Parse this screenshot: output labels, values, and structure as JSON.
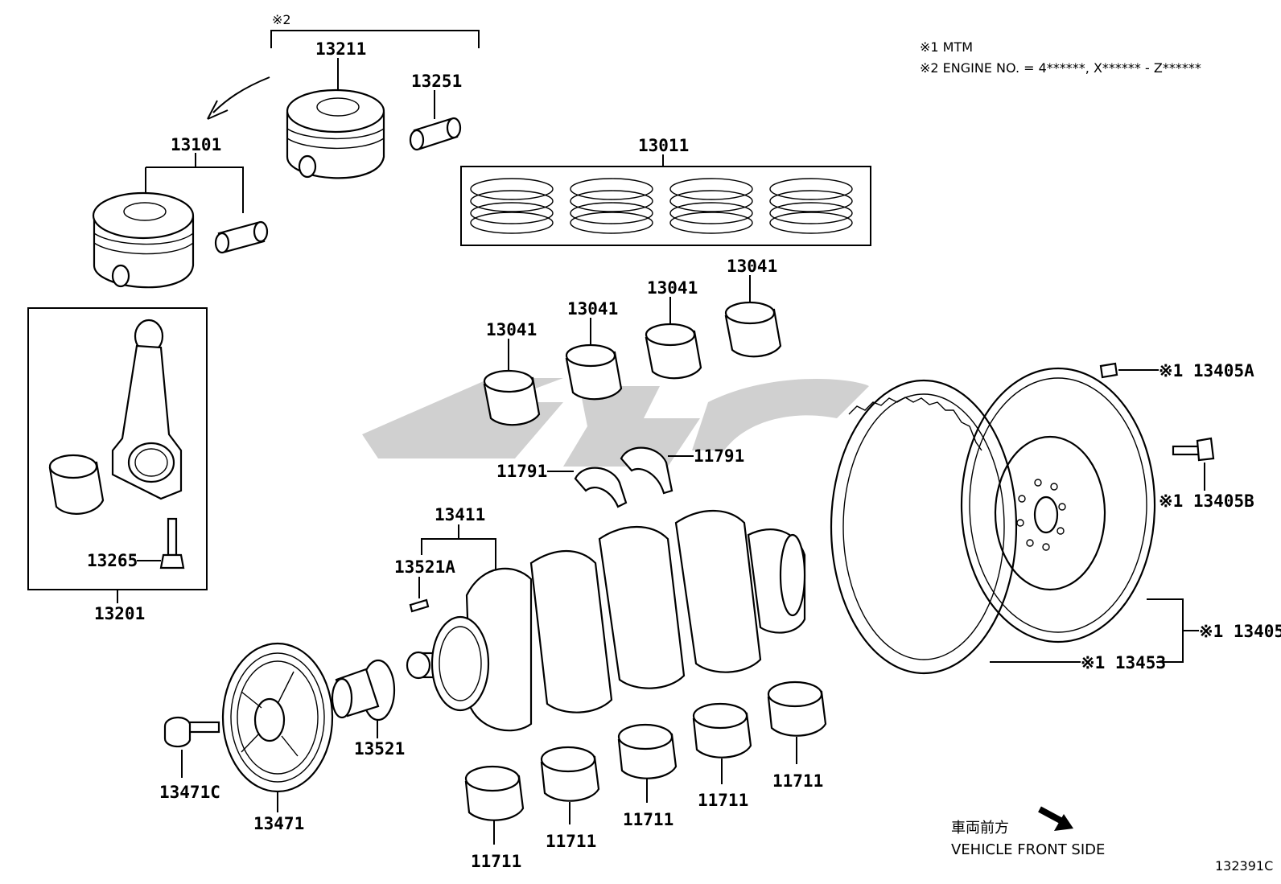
{
  "notes": {
    "note1": "※1 MTM",
    "note2": "※2 ENGINE NO. = 4******, X****** - Z******"
  },
  "bracket_mark": "※2",
  "footer": {
    "direction_jp": "車両前方",
    "direction_en": "VEHICLE FRONT SIDE",
    "illustration_no": "132391C"
  },
  "labels": {
    "p13211": "13211",
    "p13251": "13251",
    "p13101": "13101",
    "p13011": "13011",
    "p13041_a": "13041",
    "p13041_b": "13041",
    "p13041_c": "13041",
    "p13041_d": "13041",
    "p13405A": "※1 13405A",
    "p13405B": "※1 13405B",
    "p13405": "※1 13405",
    "p13453": "※1 13453",
    "p11791_a": "11791",
    "p11791_b": "11791",
    "p13411": "13411",
    "p13521A": "13521A",
    "p13265": "13265",
    "p13201": "13201",
    "p13521": "13521",
    "p13471C": "13471C",
    "p13471": "13471",
    "p11711_a": "11711",
    "p11711_b": "11711",
    "p11711_c": "11711",
    "p11711_d": "11711",
    "p11711_e": "11711"
  },
  "icons": {
    "direction_arrow": "arrow-down-right-icon",
    "watermark": "watermark-logo"
  }
}
